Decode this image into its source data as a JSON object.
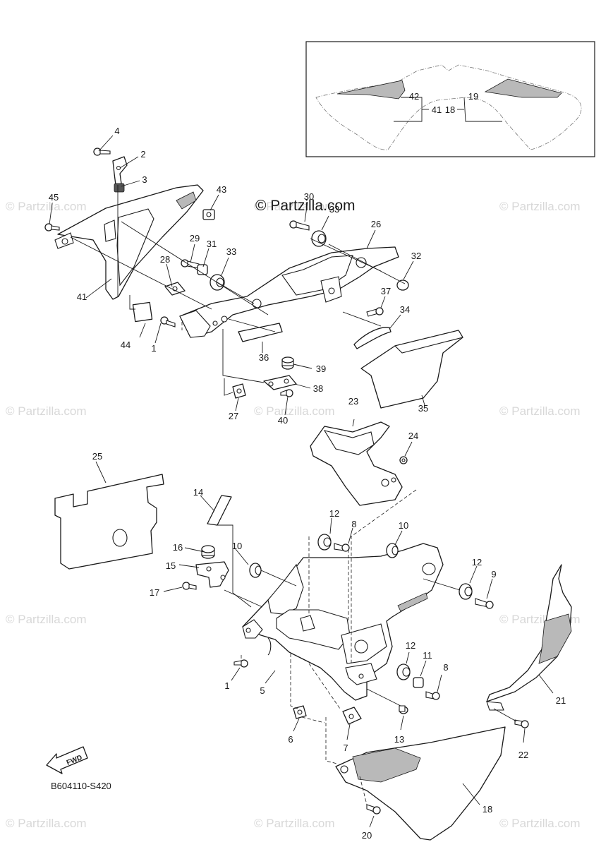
{
  "watermark": "© Partzilla.com",
  "copyright": "© Partzilla.com",
  "diagram_code": "B604110-S420",
  "fwd_label": "FWD",
  "callouts": {
    "c1": "1",
    "c1b": "1",
    "c2": "2",
    "c3": "3",
    "c4": "4",
    "c5": "5",
    "c6": "6",
    "c7": "7",
    "c8": "8",
    "c8b": "8",
    "c9": "9",
    "c10": "10",
    "c10b": "10",
    "c11": "11",
    "c12": "12",
    "c12b": "12",
    "c12c": "12",
    "c13": "13",
    "c14": "14",
    "c15": "15",
    "c16": "16",
    "c17": "17",
    "c18": "18",
    "c18b": "18",
    "c19": "19",
    "c20": "20",
    "c21": "21",
    "c22": "22",
    "c23": "23",
    "c24": "24",
    "c25": "25",
    "c26": "26",
    "c27": "27",
    "c28": "28",
    "c29": "29",
    "c30": "30",
    "c31": "31",
    "c32": "32",
    "c33": "33",
    "c33b": "33",
    "c34": "34",
    "c35": "35",
    "c36": "36",
    "c37": "37",
    "c38": "38",
    "c39": "39",
    "c40": "40",
    "c41": "41",
    "c41b": "41",
    "c42": "42",
    "c43": "43",
    "c44": "44",
    "c45": "45"
  }
}
